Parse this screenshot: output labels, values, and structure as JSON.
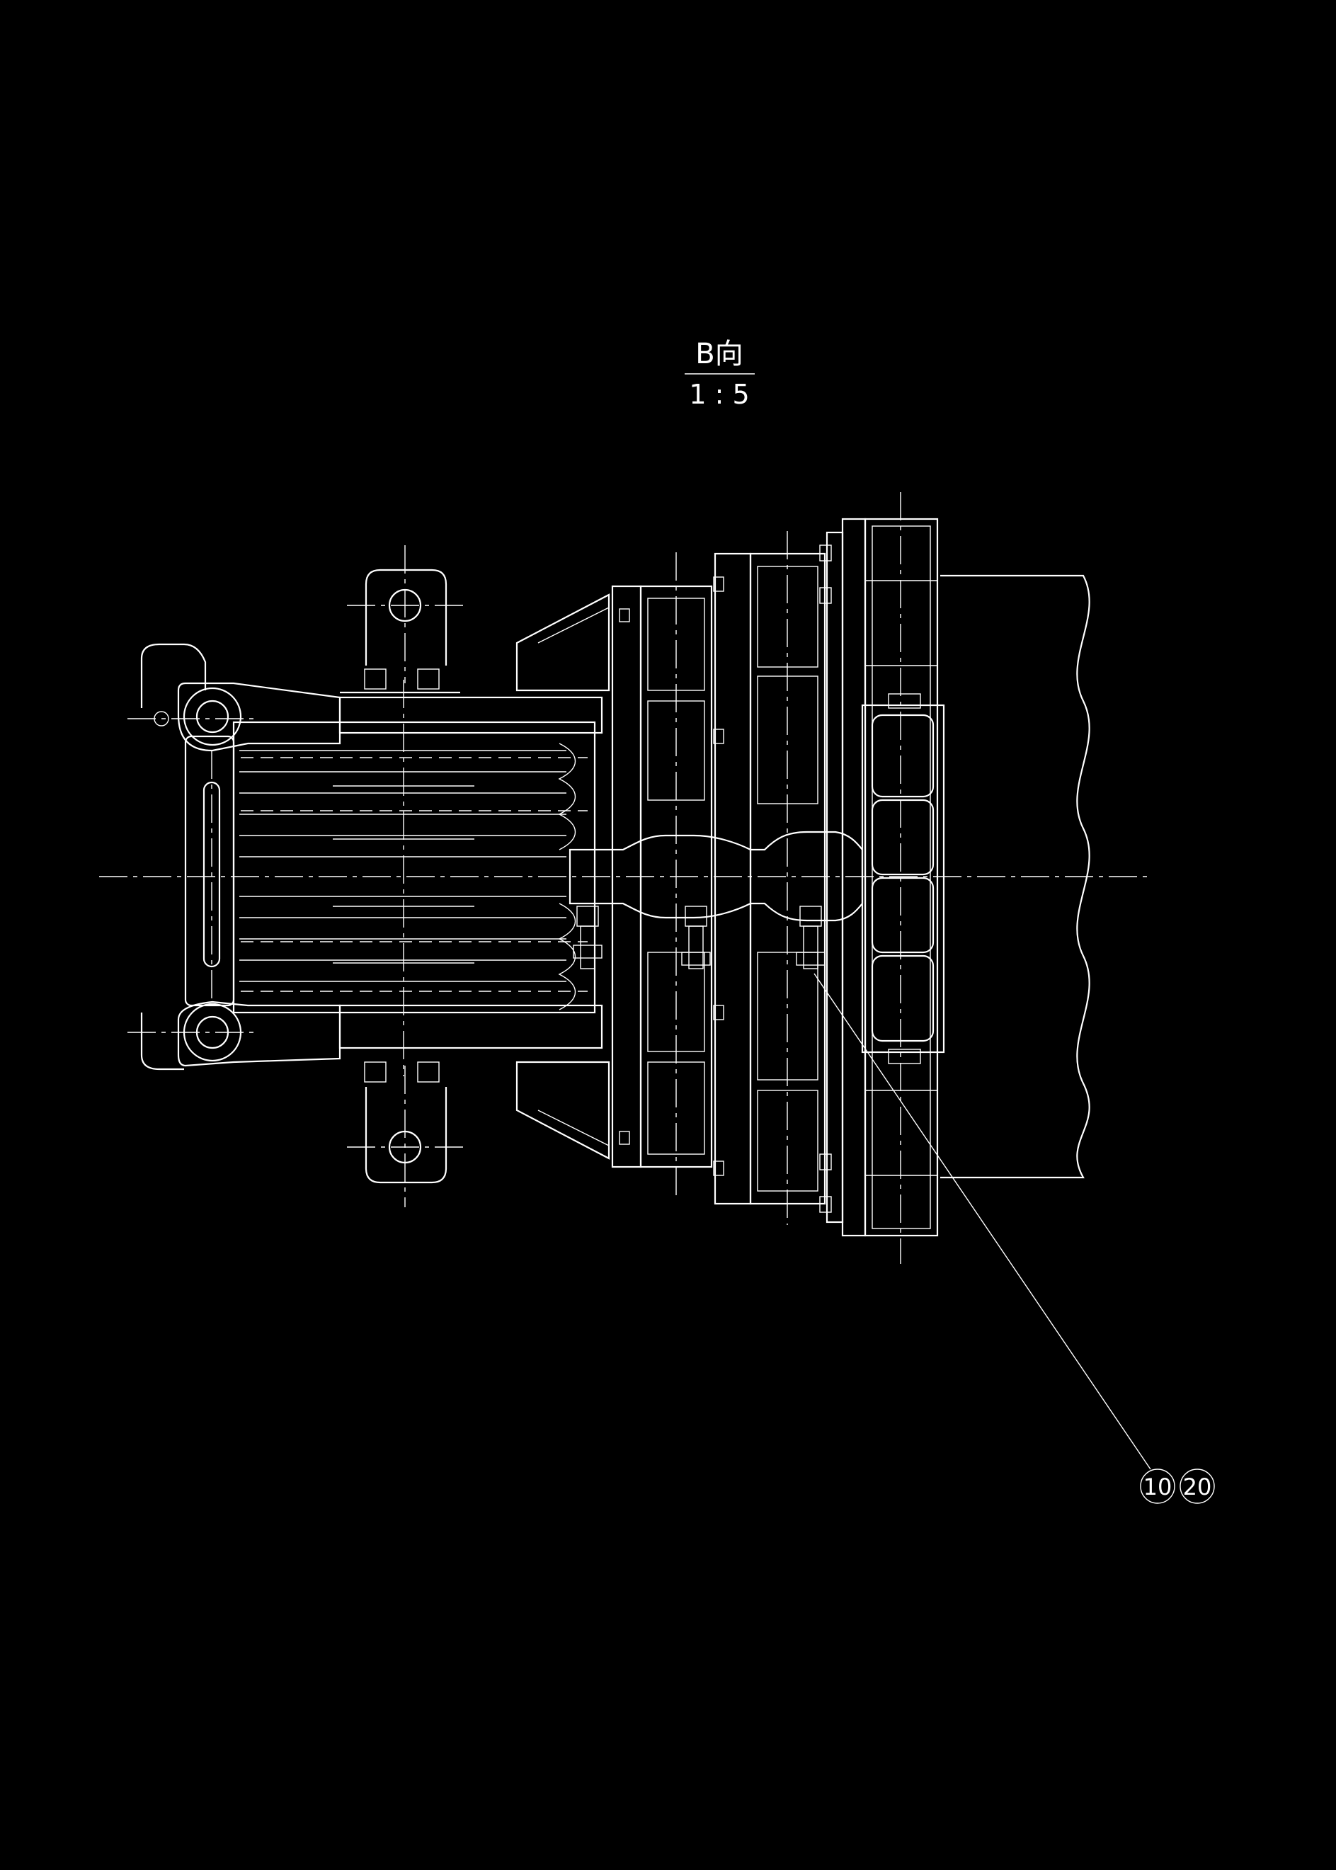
{
  "view": {
    "label": "B向",
    "scale": "1 : 5"
  },
  "callouts": [
    {
      "number": "10"
    },
    {
      "number": "20"
    }
  ],
  "colors": {
    "background": "#000000",
    "line": "#ffffff"
  }
}
